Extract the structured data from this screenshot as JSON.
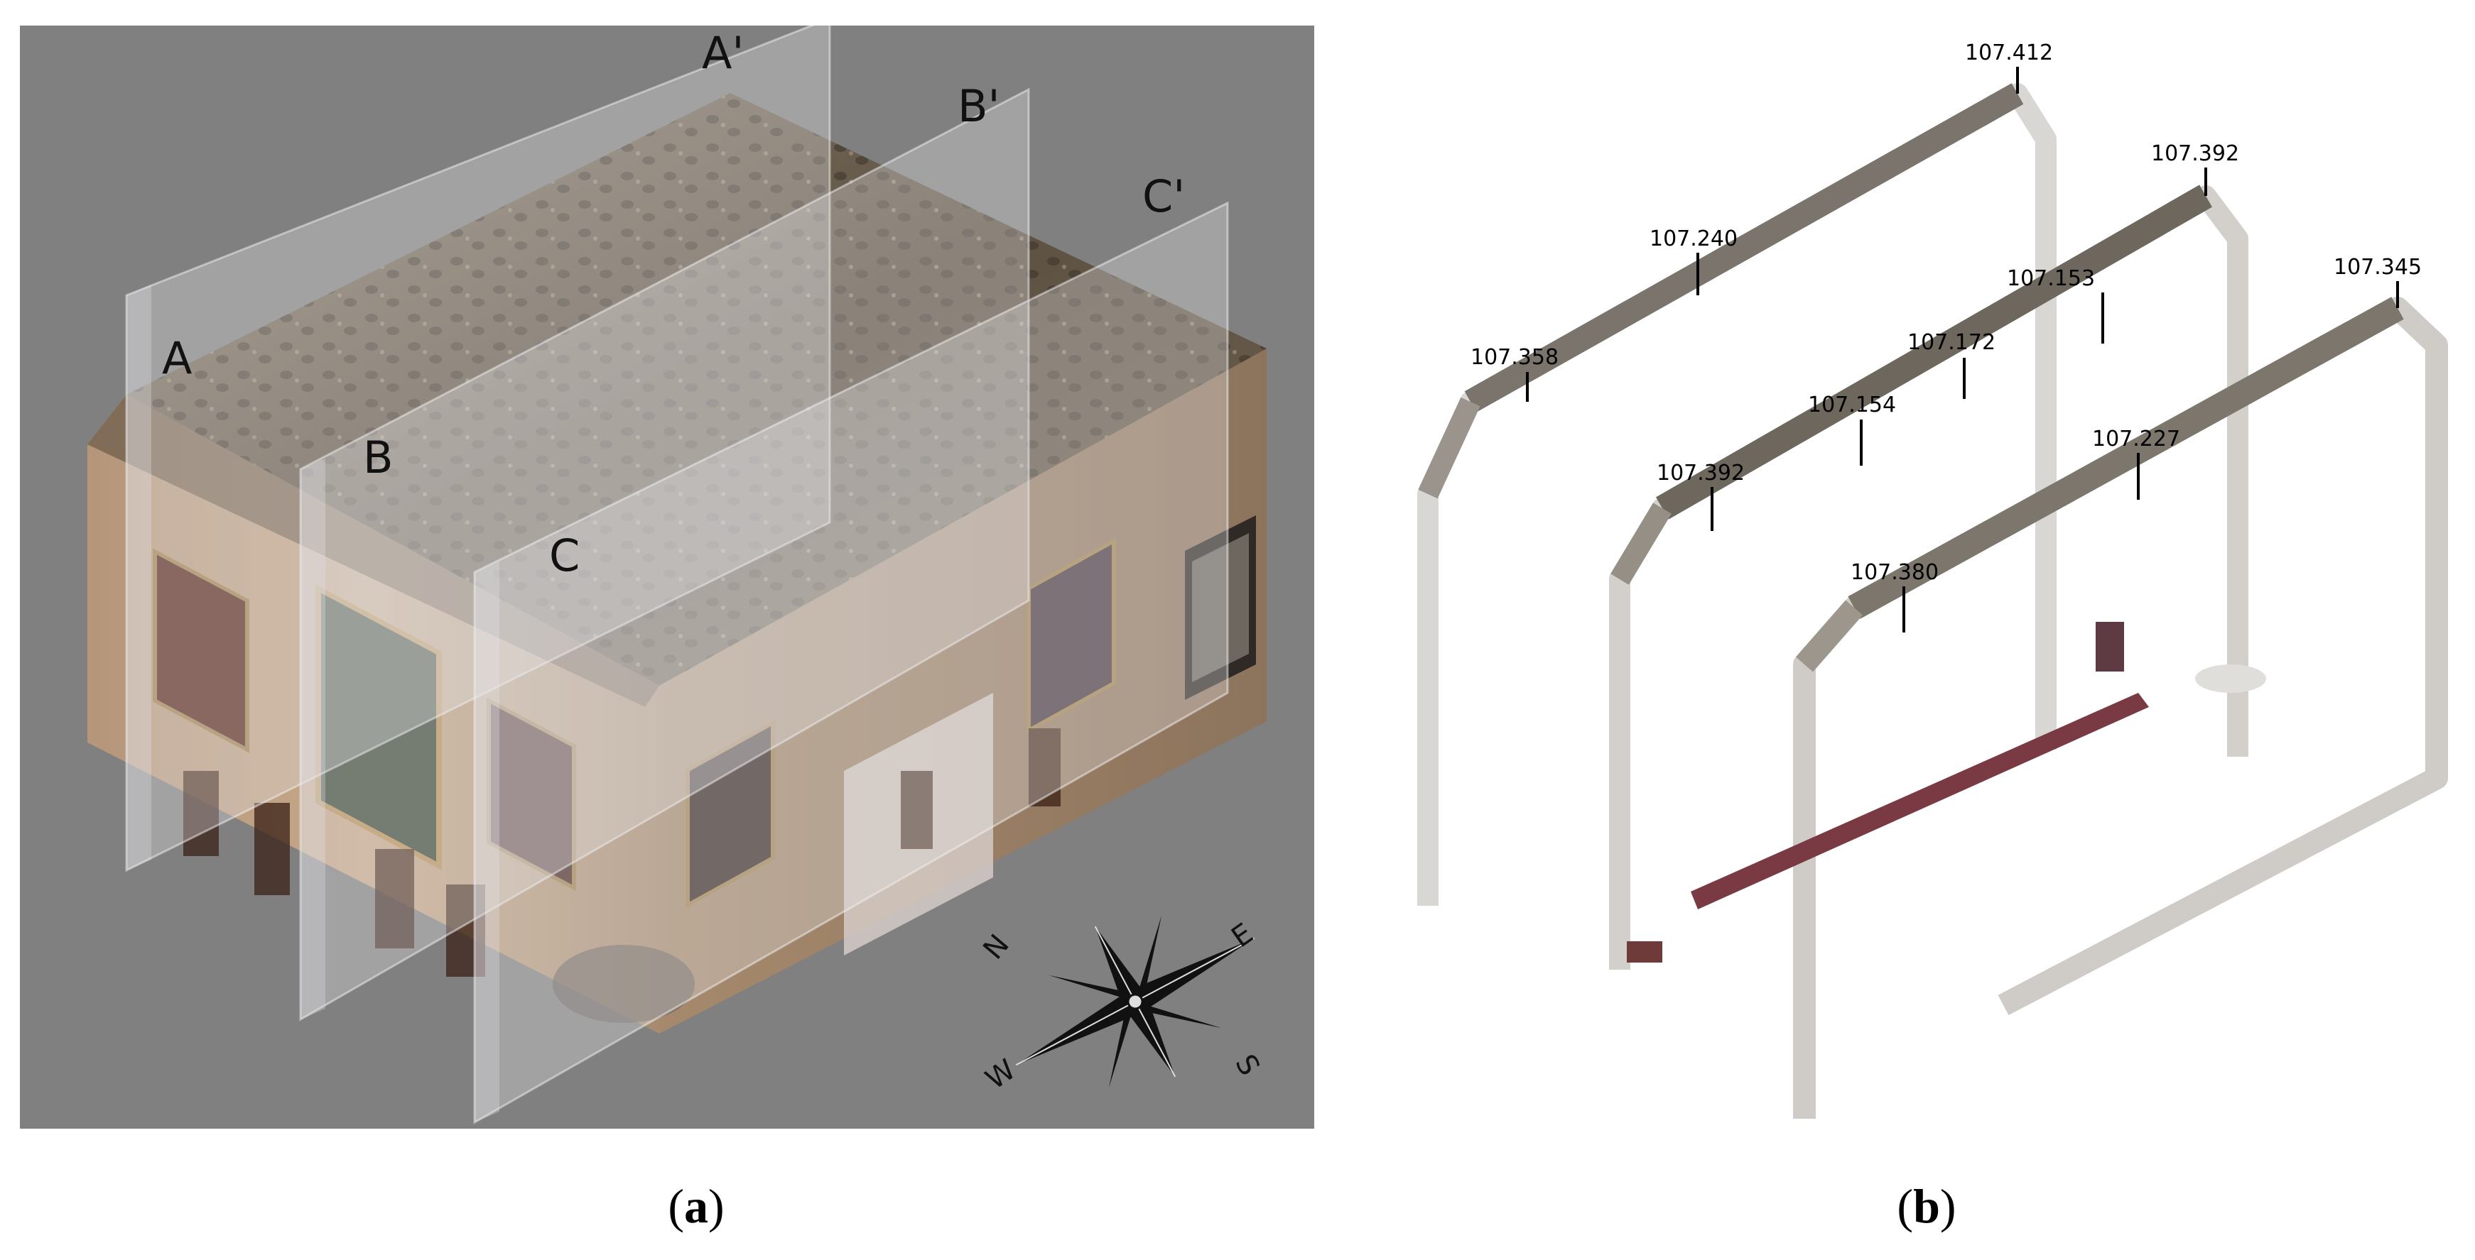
{
  "panel_a": {
    "plane_labels": [
      "A",
      "A'",
      "B",
      "B'",
      "C",
      "C'"
    ],
    "compass": {
      "north": "N",
      "east": "E",
      "south": "S",
      "west": "W"
    }
  },
  "panel_b": {
    "elevations": [
      "107.412",
      "107.392",
      "107.240",
      "107.153",
      "107.345",
      "107.358",
      "107.172",
      "107.154",
      "107.227",
      "107.392",
      "107.380"
    ]
  },
  "captions": {
    "a": {
      "open": "(",
      "letter": "a",
      "close": ")"
    },
    "b": {
      "open": "(",
      "letter": "b",
      "close": ")"
    }
  }
}
